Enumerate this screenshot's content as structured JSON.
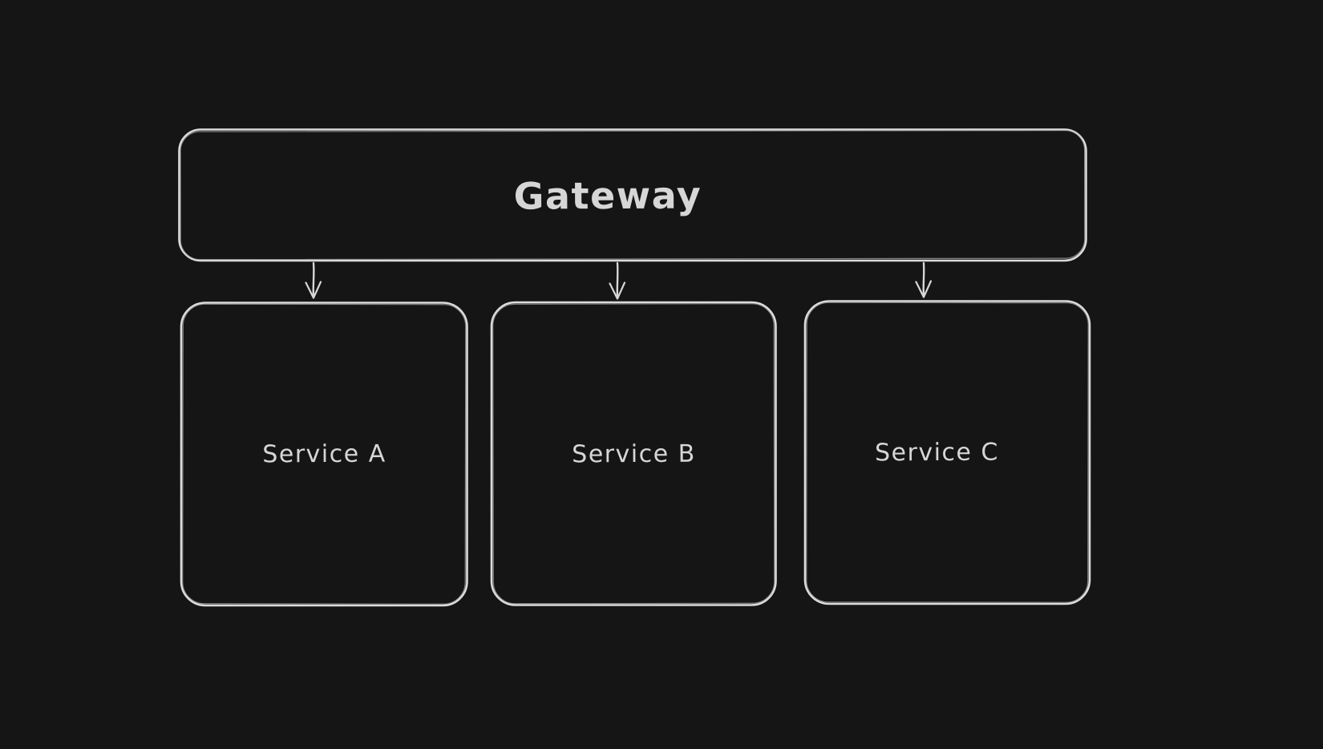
{
  "canvas": {
    "background": "#151515",
    "stroke_color": "#dbdbdb",
    "stroke_secondary_color": "#a9a9a9",
    "text_color": "#d6d6d6",
    "style": "hand-drawn-whiteboard"
  },
  "diagram": {
    "nodes": [
      {
        "id": "gateway",
        "label": "Gateway",
        "shape": "rounded-rectangle"
      },
      {
        "id": "service-a",
        "label": "Service A",
        "shape": "rounded-rectangle"
      },
      {
        "id": "service-b",
        "label": "Service B",
        "shape": "rounded-rectangle"
      },
      {
        "id": "service-c",
        "label": "Service C",
        "shape": "rounded-rectangle"
      }
    ],
    "edges": [
      {
        "from": "Gateway",
        "to": "Service A",
        "type": "arrow-down"
      },
      {
        "from": "Gateway",
        "to": "Service B",
        "type": "arrow-down"
      },
      {
        "from": "Gateway",
        "to": "Service C",
        "type": "arrow-down"
      }
    ]
  }
}
